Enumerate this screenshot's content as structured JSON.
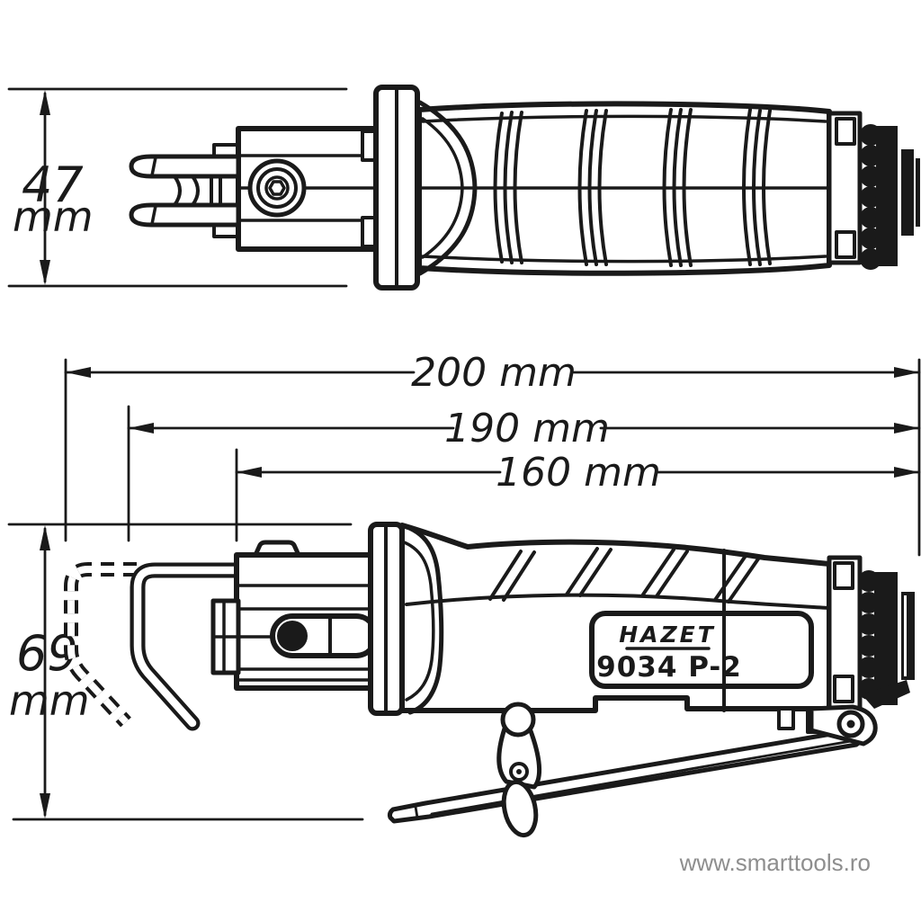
{
  "drawing": {
    "views": {
      "top_view": {
        "height_dimension": {
          "value": "47",
          "unit": "mm"
        }
      },
      "side_view": {
        "height_dimension": {
          "value": "69",
          "unit": "mm"
        },
        "length_dimensions": [
          "200 mm",
          "190 mm",
          "160 mm"
        ]
      }
    },
    "label": {
      "brand": "HAZET",
      "model": "9034 P-2"
    },
    "watermark": "www.smarttools.ro",
    "colors": {
      "line": "#1a1a1a",
      "background": "#ffffff",
      "watermark_gray": "#8e8e8e"
    }
  }
}
